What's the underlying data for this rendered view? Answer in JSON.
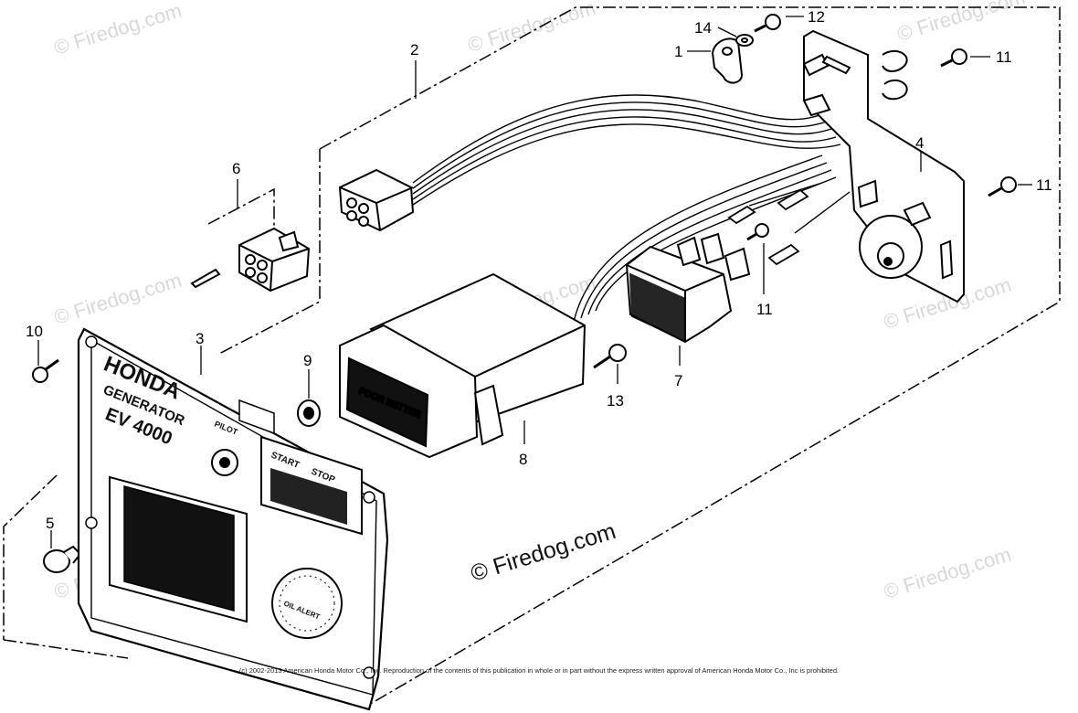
{
  "watermark": "© Firedog.com",
  "brand_text": "© Firedog.com",
  "footer": "(c) 2002-2013 American Honda Motor Co., Inc. Reproduction of the contents of this publication in whole or in part without the express written approval of American Honda Motor Co., Inc is prohibited.",
  "panel_text": {
    "honda": "HONDA",
    "generator": "GENERATOR",
    "model": "EV 4000",
    "pilot": "PILOT",
    "start": "START",
    "stop": "STOP",
    "oil_alert": "OIL ALERT"
  },
  "callouts": {
    "c1": "1",
    "c2": "2",
    "c3": "3",
    "c4": "4",
    "c5": "5",
    "c6": "6",
    "c7": "7",
    "c8": "8",
    "c9": "9",
    "c10": "10",
    "c11a": "11",
    "c11b": "11",
    "c11c": "11",
    "c12": "12",
    "c13": "13",
    "c14": "14"
  }
}
